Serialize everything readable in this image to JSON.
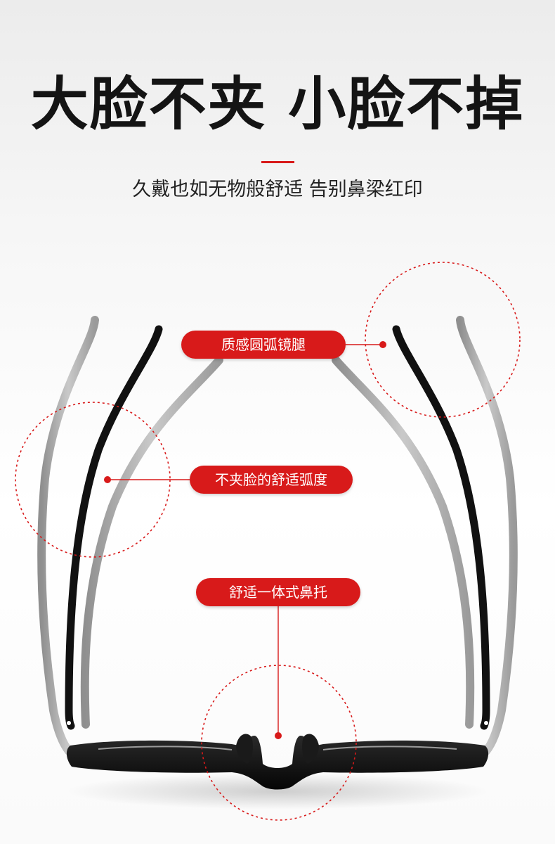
{
  "headline": "大脸不夹 小脸不掉",
  "subtitle": "久戴也如无物般舒适 告别鼻梁红印",
  "callouts": {
    "temple": "质感圆弧镜腿",
    "curve": "不夹脸的舒适弧度",
    "nose_pad": "舒适一体式鼻托"
  },
  "colors": {
    "accent": "#d81a1a",
    "frame": "#111111",
    "temple_gray": "#a9a9a9"
  }
}
